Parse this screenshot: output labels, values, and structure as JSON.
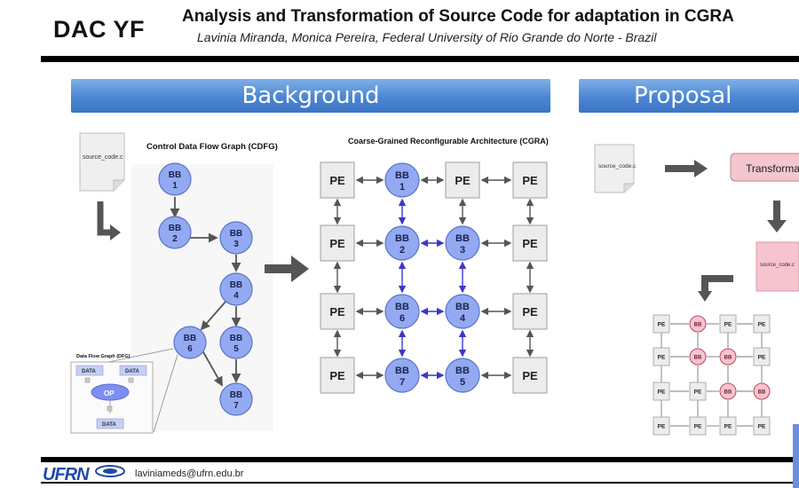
{
  "header": {
    "short": "DAC YF",
    "title": "Analysis and Transformation of Source Code for adaptation in CGRA",
    "authors": "Lavinia Miranda, Monica Pereira, Federal University of Rio Grande do Norte - Brazil"
  },
  "sections": {
    "background": "Background",
    "proposal": "Proposal"
  },
  "background": {
    "file": "source_code.c",
    "cdfg_title": "Control Data Flow Graph (CDFG)",
    "cgra_title": "Coarse-Grained Reconfigurable Architecture (CGRA)",
    "dfg_title": "Data Flow Graph (DFG)",
    "dfg_data": "DATA",
    "dfg_op": "OP",
    "bb": "BB",
    "pe": "PE",
    "bb_nums": [
      "1",
      "2",
      "3",
      "4",
      "5",
      "6",
      "7"
    ]
  },
  "proposal": {
    "file1": "source_code.c",
    "transform": "Transforma",
    "file2": "source_code.c",
    "pe": "PE",
    "bb": "BB"
  },
  "footer": {
    "logo": "UFRN",
    "email": "laviniameds@ufrn.edu.br"
  },
  "colors": {
    "node_fill": "#93aaf2",
    "node_stroke": "#5a73c8",
    "pink_fill": "#f6c4cf",
    "arrow_blue": "#3d37c7",
    "section_blue": "#4b86d3"
  }
}
